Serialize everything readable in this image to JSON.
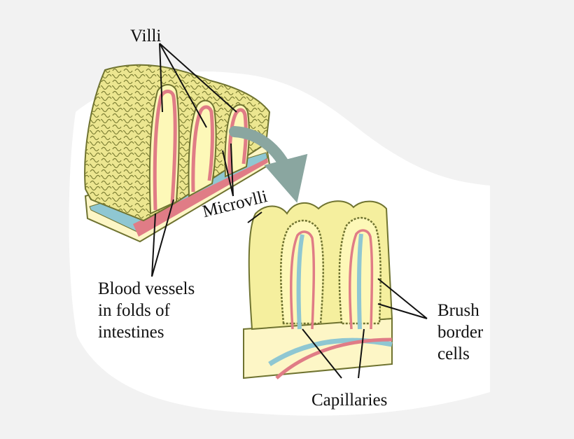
{
  "labels": {
    "villi": "Villi",
    "microvilli": "Microvlli",
    "blood_vessels": [
      "Blood vessels",
      "in folds of",
      "intestines"
    ],
    "brush_border": [
      "Brush",
      "border",
      "cells"
    ],
    "capillaries": "Capillaries"
  },
  "colors": {
    "background": "#f2f2f2",
    "paper": "#ffffff",
    "tissue_yellow": "#f5ef9e",
    "villus_fill": "#fdf8b8",
    "tissue_outline": "#6f7330",
    "blood_vessel_red": "#e07c86",
    "lymph_blue": "#8fc7d2",
    "arrow_gray": "#8aa6a0",
    "leader_line": "#111111"
  }
}
